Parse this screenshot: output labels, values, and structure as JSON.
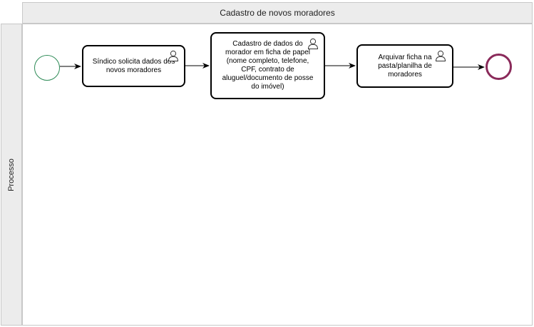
{
  "pool": {
    "title": "Cadastro de novos moradores",
    "lane_label": "Processo"
  },
  "tasks": [
    {
      "text": "Síndico solicita dados dos novos moradores",
      "icon": "user-icon"
    },
    {
      "text": "Cadastro de dados do morador em ficha de papel (nome completo, telefone, CPF, contrato de aluguel/documento de posse do imóvel)",
      "icon": "user-icon"
    },
    {
      "text": "Arquivar ficha na pasta/planilha de moradores",
      "icon": "user-icon"
    }
  ],
  "colors": {
    "start_event": "#2e8b57",
    "end_event": "#8a2a5a",
    "lane_fill": "#ececec",
    "lane_border": "#c8c8c8"
  }
}
